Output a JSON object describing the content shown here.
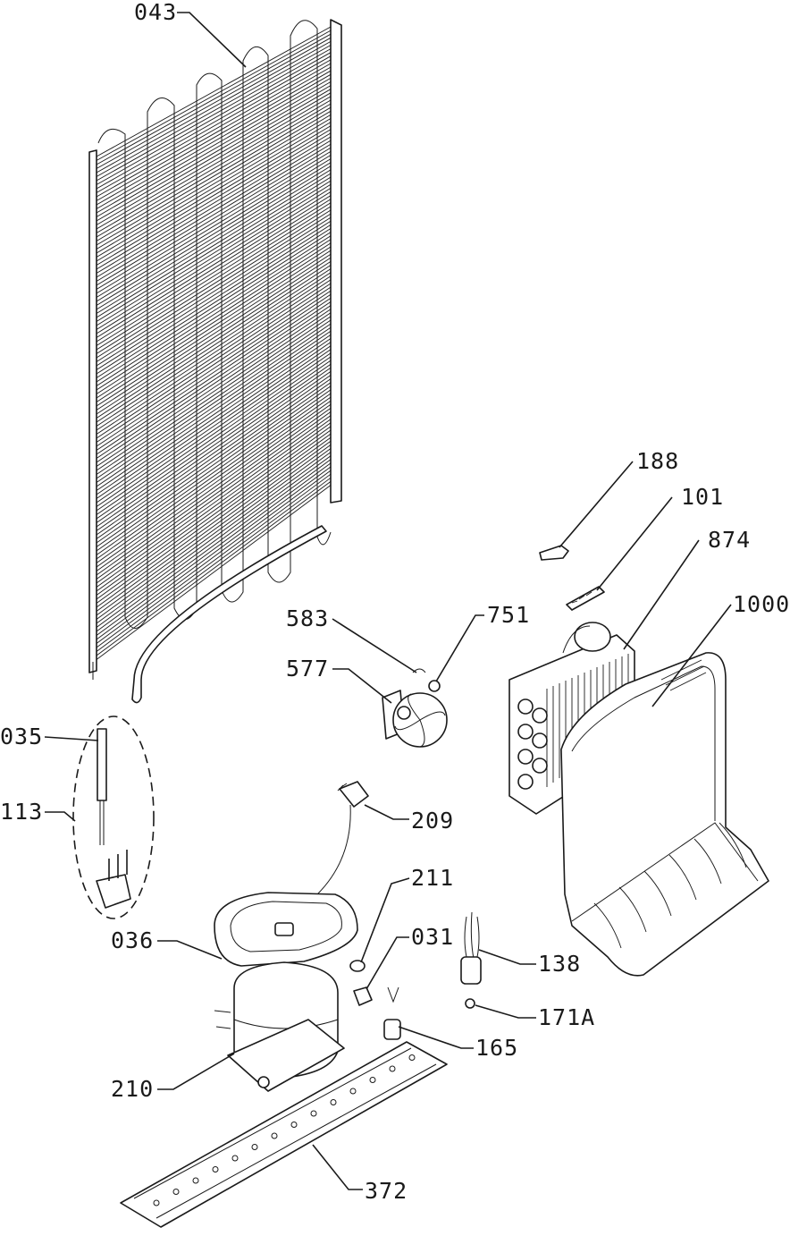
{
  "diagram": {
    "labels": {
      "l043": "043",
      "l188": "188",
      "l101": "101",
      "l874": "874",
      "l1000": "1000",
      "l583": "583",
      "l751": "751",
      "l577": "577",
      "l035": "035",
      "l113": "113",
      "l209": "209",
      "l211": "211",
      "l031": "031",
      "l036": "036",
      "l138": "138",
      "l171A": "171A",
      "l165": "165",
      "l210": "210",
      "l372": "372"
    }
  },
  "colors": {
    "line": "#1a1a1a",
    "background": "#ffffff"
  }
}
